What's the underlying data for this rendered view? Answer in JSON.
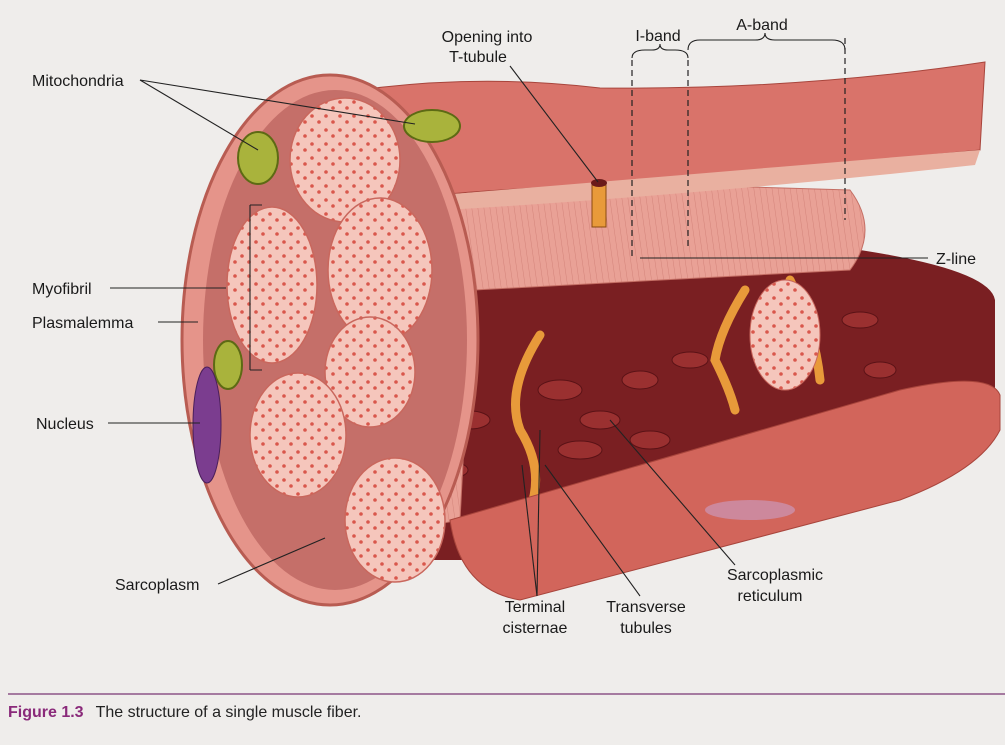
{
  "labels": {
    "mitochondria": "Mitochondria",
    "opening_line1": "Opening into",
    "opening_line2": "T-tubule",
    "i_band": "I-band",
    "a_band": "A-band",
    "z_line": "Z-line",
    "myofibril": "Myofibril",
    "plasmalemma": "Plasmalemma",
    "nucleus": "Nucleus",
    "sarcoplasm": "Sarcoplasm",
    "terminal_line1": "Terminal",
    "terminal_line2": "cisternae",
    "transverse_line1": "Transverse",
    "transverse_line2": "tubules",
    "sr_line1": "Sarcoplasmic",
    "sr_line2": "reticulum"
  },
  "caption": {
    "figure_number": "Figure 1.3",
    "text": "The structure of a single muscle fiber."
  },
  "colors": {
    "muscle": "#d9736a",
    "interior": "#7a1f22",
    "myofibril": "#f4c2b8",
    "mitochondria": "#a9b33c",
    "nucleus": "#7b3d8f",
    "tubule": "#e89a3a",
    "caption_accent": "#8a2a7a"
  }
}
